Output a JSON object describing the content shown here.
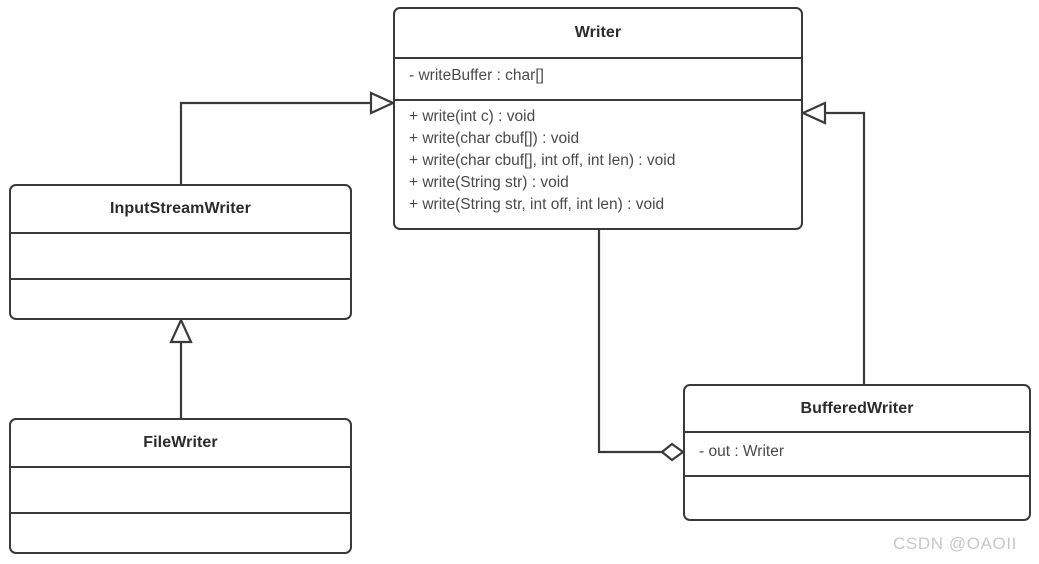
{
  "diagram": {
    "kind": "uml-class-diagram",
    "background_color": "#ffffff",
    "stroke_color": "#3a3a3a",
    "text_color": "#4a4a4a",
    "title_color": "#2b2b2b"
  },
  "classes": {
    "writer": {
      "name": "Writer",
      "attributes": [
        "- writeBuffer : char[]"
      ],
      "methods": [
        "+ write(int c) : void",
        "+ write(char cbuf[]) : void",
        "+ write(char cbuf[], int off, int len) : void",
        "+ write(String str) : void",
        "+ write(String str, int off, int len) : void"
      ]
    },
    "input_stream_writer": {
      "name": "InputStreamWriter",
      "attributes": [],
      "methods": []
    },
    "file_writer": {
      "name": "FileWriter",
      "attributes": [],
      "methods": []
    },
    "buffered_writer": {
      "name": "BufferedWriter",
      "attributes": [
        "- out :  Writer"
      ],
      "methods": []
    }
  },
  "relationships": [
    {
      "type": "generalization",
      "from": "InputStreamWriter",
      "to": "Writer",
      "arrow": "hollow-triangle"
    },
    {
      "type": "generalization",
      "from": "FileWriter",
      "to": "InputStreamWriter",
      "arrow": "hollow-triangle"
    },
    {
      "type": "generalization",
      "from": "BufferedWriter",
      "to": "Writer",
      "arrow": "hollow-triangle"
    },
    {
      "type": "aggregation",
      "from": "BufferedWriter",
      "to": "Writer",
      "arrow": "hollow-diamond"
    }
  ],
  "watermark": {
    "text": "CSDN @OAOII"
  }
}
